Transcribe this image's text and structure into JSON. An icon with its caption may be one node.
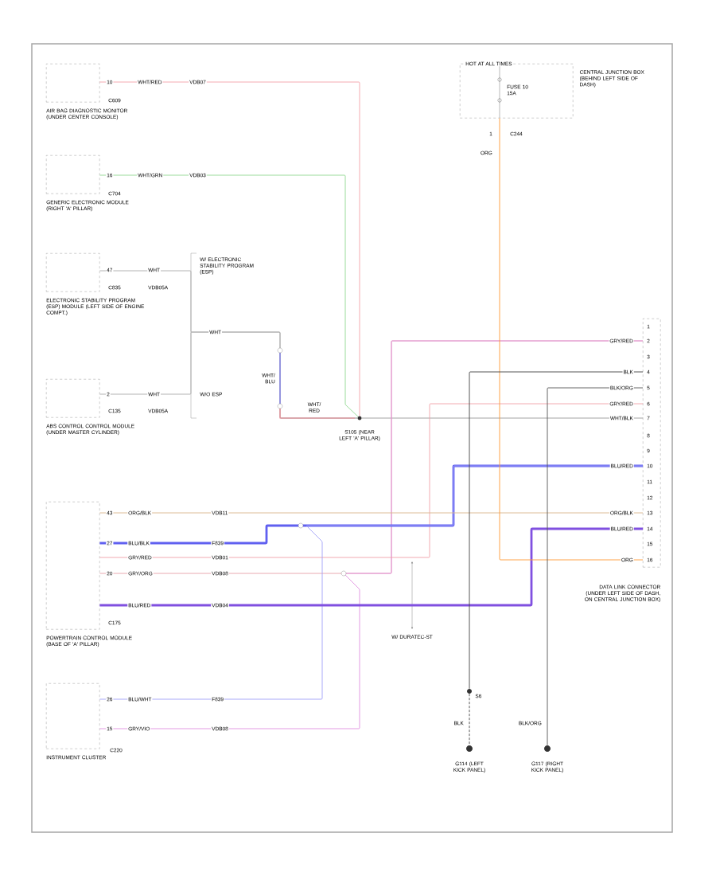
{
  "diagram": {
    "nodes": [
      {
        "text": [
          "AIR BAG DIAGNOSTIC MONITOR (UNDER CENTER CONSOLE)"
        ]
      },
      {
        "text": [
          "GENERIC ELECTRONIC MODULE (RIGHT 'A' PILLAR)"
        ]
      },
      {
        "text": [
          "ELECTRONIC STABILITY PROGRAM (ESP) MODULE (LEFT SIDE OF ENGINE COMPT.)"
        ]
      },
      {
        "text": [
          "ABS CONTROL CONTROL MODULE (UNDER MASTER CYLINDER)"
        ]
      },
      {
        "text": [
          "POWERTRAIN CONTROL MODULE (BASE OF 'A' PILLAR)"
        ]
      },
      {
        "text": [
          "INSTRUMENT CLUSTER"
        ]
      },
      {
        "text": [
          "CENTRAL JUNCTION BOX (BEHIND LEFT SIDE OF DASH)"
        ],
        "beside": [
          "HOT AT ALL TIMES"
        ]
      },
      {
        "text": [
          "S105 (NEAR LEFT 'A' PILLAR)"
        ]
      },
      {
        "text": [
          "DATA LINK CONNECTOR (UNDER LEFT SIDE OF DASH, ON CENTRAL JUNCTION BOX)"
        ]
      },
      {
        "text": [
          "G114 (LEFT KICK PANEL)"
        ]
      },
      {
        "text": [
          "G117 (RIGHT KICK PANEL)"
        ]
      },
      {
        "text": [
          "S6"
        ]
      }
    ],
    "edges": [
      {
        "from": 0,
        "to": 7,
        "arrow": "none",
        "color": "#f4a0a8"
      },
      {
        "from": 1,
        "to": 7,
        "arrow": "none",
        "color": "#90d890"
      },
      {
        "from": 2,
        "to": 7,
        "arrow": "none",
        "color": "#aaaaaa"
      },
      {
        "from": 3,
        "to": 7,
        "arrow": "none",
        "color": "#aaaaaa"
      },
      {
        "from": 7,
        "to": 8,
        "arrow": "none",
        "color": "#999999"
      },
      {
        "from": 4,
        "to": 8,
        "arrow": "none",
        "color": "#e8a0a8"
      },
      {
        "from": 5,
        "to": 8,
        "arrow": "none",
        "color": "#e090e0"
      },
      {
        "from": 4,
        "to": 8,
        "arrow": "none",
        "color": "#f0a0a8"
      },
      {
        "from": 4,
        "to": 8,
        "arrow": "none",
        "color": "#6060f0",
        "style": "thick"
      },
      {
        "from": 5,
        "to": 8,
        "arrow": "none",
        "color": "#a0a0f8"
      },
      {
        "from": 4,
        "to": 8,
        "arrow": "none",
        "color": "#d9b48a"
      },
      {
        "from": 4,
        "to": 8,
        "arrow": "none",
        "color": "#8050e0",
        "style": "thick"
      },
      {
        "from": 6,
        "to": 8,
        "arrow": "none",
        "color": "#ff9933"
      },
      {
        "from": 8,
        "to": 11,
        "arrow": "none",
        "color": "#444444"
      },
      {
        "from": 11,
        "to": 9,
        "arrow": "none",
        "color": "#444444",
        "style": "dashed"
      },
      {
        "from": 8,
        "to": 10,
        "arrow": "none",
        "color": "#555555"
      }
    ],
    "labels": [
      "10",
      "WHT/RED",
      "VDB07",
      "C609",
      "16",
      "WHT/GRN",
      "VDB03",
      "C704",
      "47",
      "WHT",
      "W/ ELECTRONIC STABILITY PROGRAM (ESP)",
      "C835",
      "VDB05A",
      "WHT",
      "WHT/ BLU",
      "2",
      "WHT",
      "W/O ESP",
      "C135",
      "VDB05A",
      "WHT/ RED",
      "FUSE 10 15A",
      "1",
      "C244",
      "ORG",
      "1",
      "GRY/RED",
      "2",
      "3",
      "BLK",
      "4",
      "BLK/ORG",
      "5",
      "GRY/RED",
      "6",
      "WHT/BLK",
      "7",
      "8",
      "9",
      "BLU/RED",
      "10",
      "11",
      "12",
      "ORG/BLK",
      "13",
      "BLU/RED",
      "14",
      "15",
      "ORG",
      "16",
      "43",
      "ORG/BLK",
      "VDB11",
      "27",
      "BLU/BLK",
      "F839",
      "GRY/RED",
      "VDB01",
      "20",
      "GRY/ORG",
      "VDB08",
      "BLU/RED",
      "VDB04",
      "C175",
      "W/ DURATEC-ST",
      "26",
      "BLU/WHT",
      "F839",
      "15",
      "GRY/VIO",
      "VDB08",
      "C220",
      "BLK",
      "BLK/ORG"
    ]
  }
}
